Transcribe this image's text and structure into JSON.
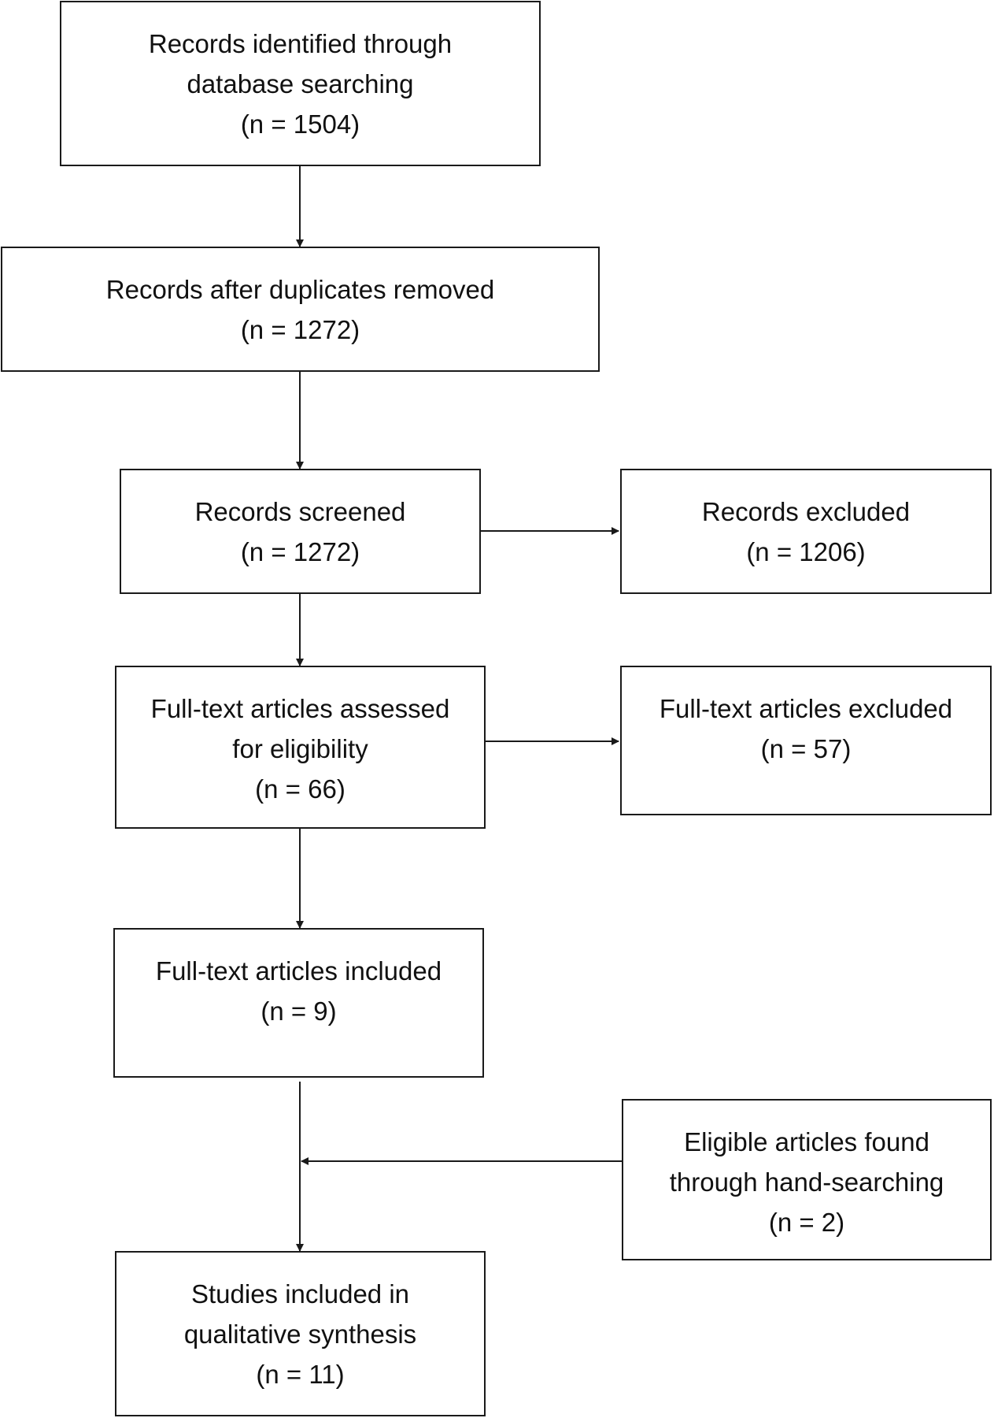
{
  "nodes": {
    "identified": {
      "line1": "Records identified through",
      "line2": "database searching",
      "count": "(n = 1504)"
    },
    "after_duplicates": {
      "line1": "Records after duplicates removed",
      "count": "(n = 1272)"
    },
    "screened": {
      "line1": "Records screened",
      "count": "(n = 1272)"
    },
    "excluded": {
      "line1": "Records excluded",
      "count": "(n = 1206)"
    },
    "fulltext_assessed": {
      "line1": "Full-text articles assessed",
      "line2": "for eligibility",
      "count": "(n = 66)"
    },
    "fulltext_excluded": {
      "line1": "Full-text articles excluded",
      "count": "(n = 57)"
    },
    "fulltext_included": {
      "line1": "Full-text articles included",
      "count": "(n = 9)"
    },
    "hand_searching": {
      "line1": "Eligible articles found",
      "line2": "through hand-searching",
      "count": "(n = 2)"
    },
    "qualitative": {
      "line1": "Studies included in",
      "line2": "qualitative synthesis",
      "count": "(n = 11)"
    }
  },
  "colors": {
    "stroke": "#1a1a1a",
    "background": "#ffffff",
    "text": "#111111"
  }
}
